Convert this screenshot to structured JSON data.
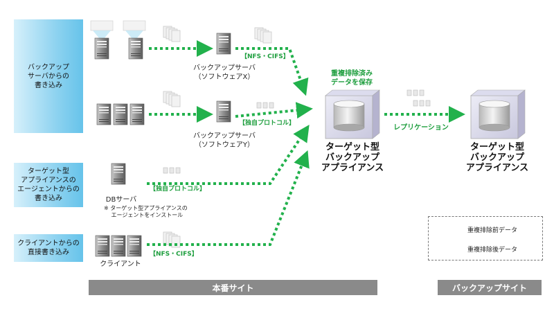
{
  "sources": {
    "backup": "バックアップ\nサーバからの\n書き込み",
    "agent": "ターゲット型\nアプライアンスの\nエージェントからの\n書き込み",
    "client": "クライアントからの\n直接書き込み"
  },
  "nodes": {
    "backup_server_x": "バックアップサーバ\n（ソフトウェアX）",
    "backup_server_y": "バックアップサーバ\n（ソフトウェアY）",
    "db_server": "DBサーバ",
    "db_note": "※ ターゲット型アプライアンスの\n　 エージェントをインストール",
    "client": "クライアント"
  },
  "protocols": {
    "nfs_cifs_top": "【NFS・CIFS】",
    "proprietary_1": "【独自プロトコル】",
    "proprietary_2": "【独自プロトコル】",
    "nfs_cifs_bottom": "【NFS・CIFS】"
  },
  "center": {
    "dedup_label": "重複排除済み\nデータを保存",
    "appliance": "ターゲット型\nバックアップ\nアプライアンス",
    "replication": "レプリケーション"
  },
  "remote": {
    "appliance": "ターゲット型\nバックアップ\nアプライアンス"
  },
  "sites": {
    "production": "本番サイト",
    "backup": "バックアップサイト"
  },
  "legend": {
    "before": "重複排除前データ",
    "after": "重複排除後データ"
  },
  "colors": {
    "arrow": "#22b14c",
    "site_bar": "#8a8a8a",
    "side_box": "#66c3ea",
    "protocol_text": "#1e9e3e"
  }
}
